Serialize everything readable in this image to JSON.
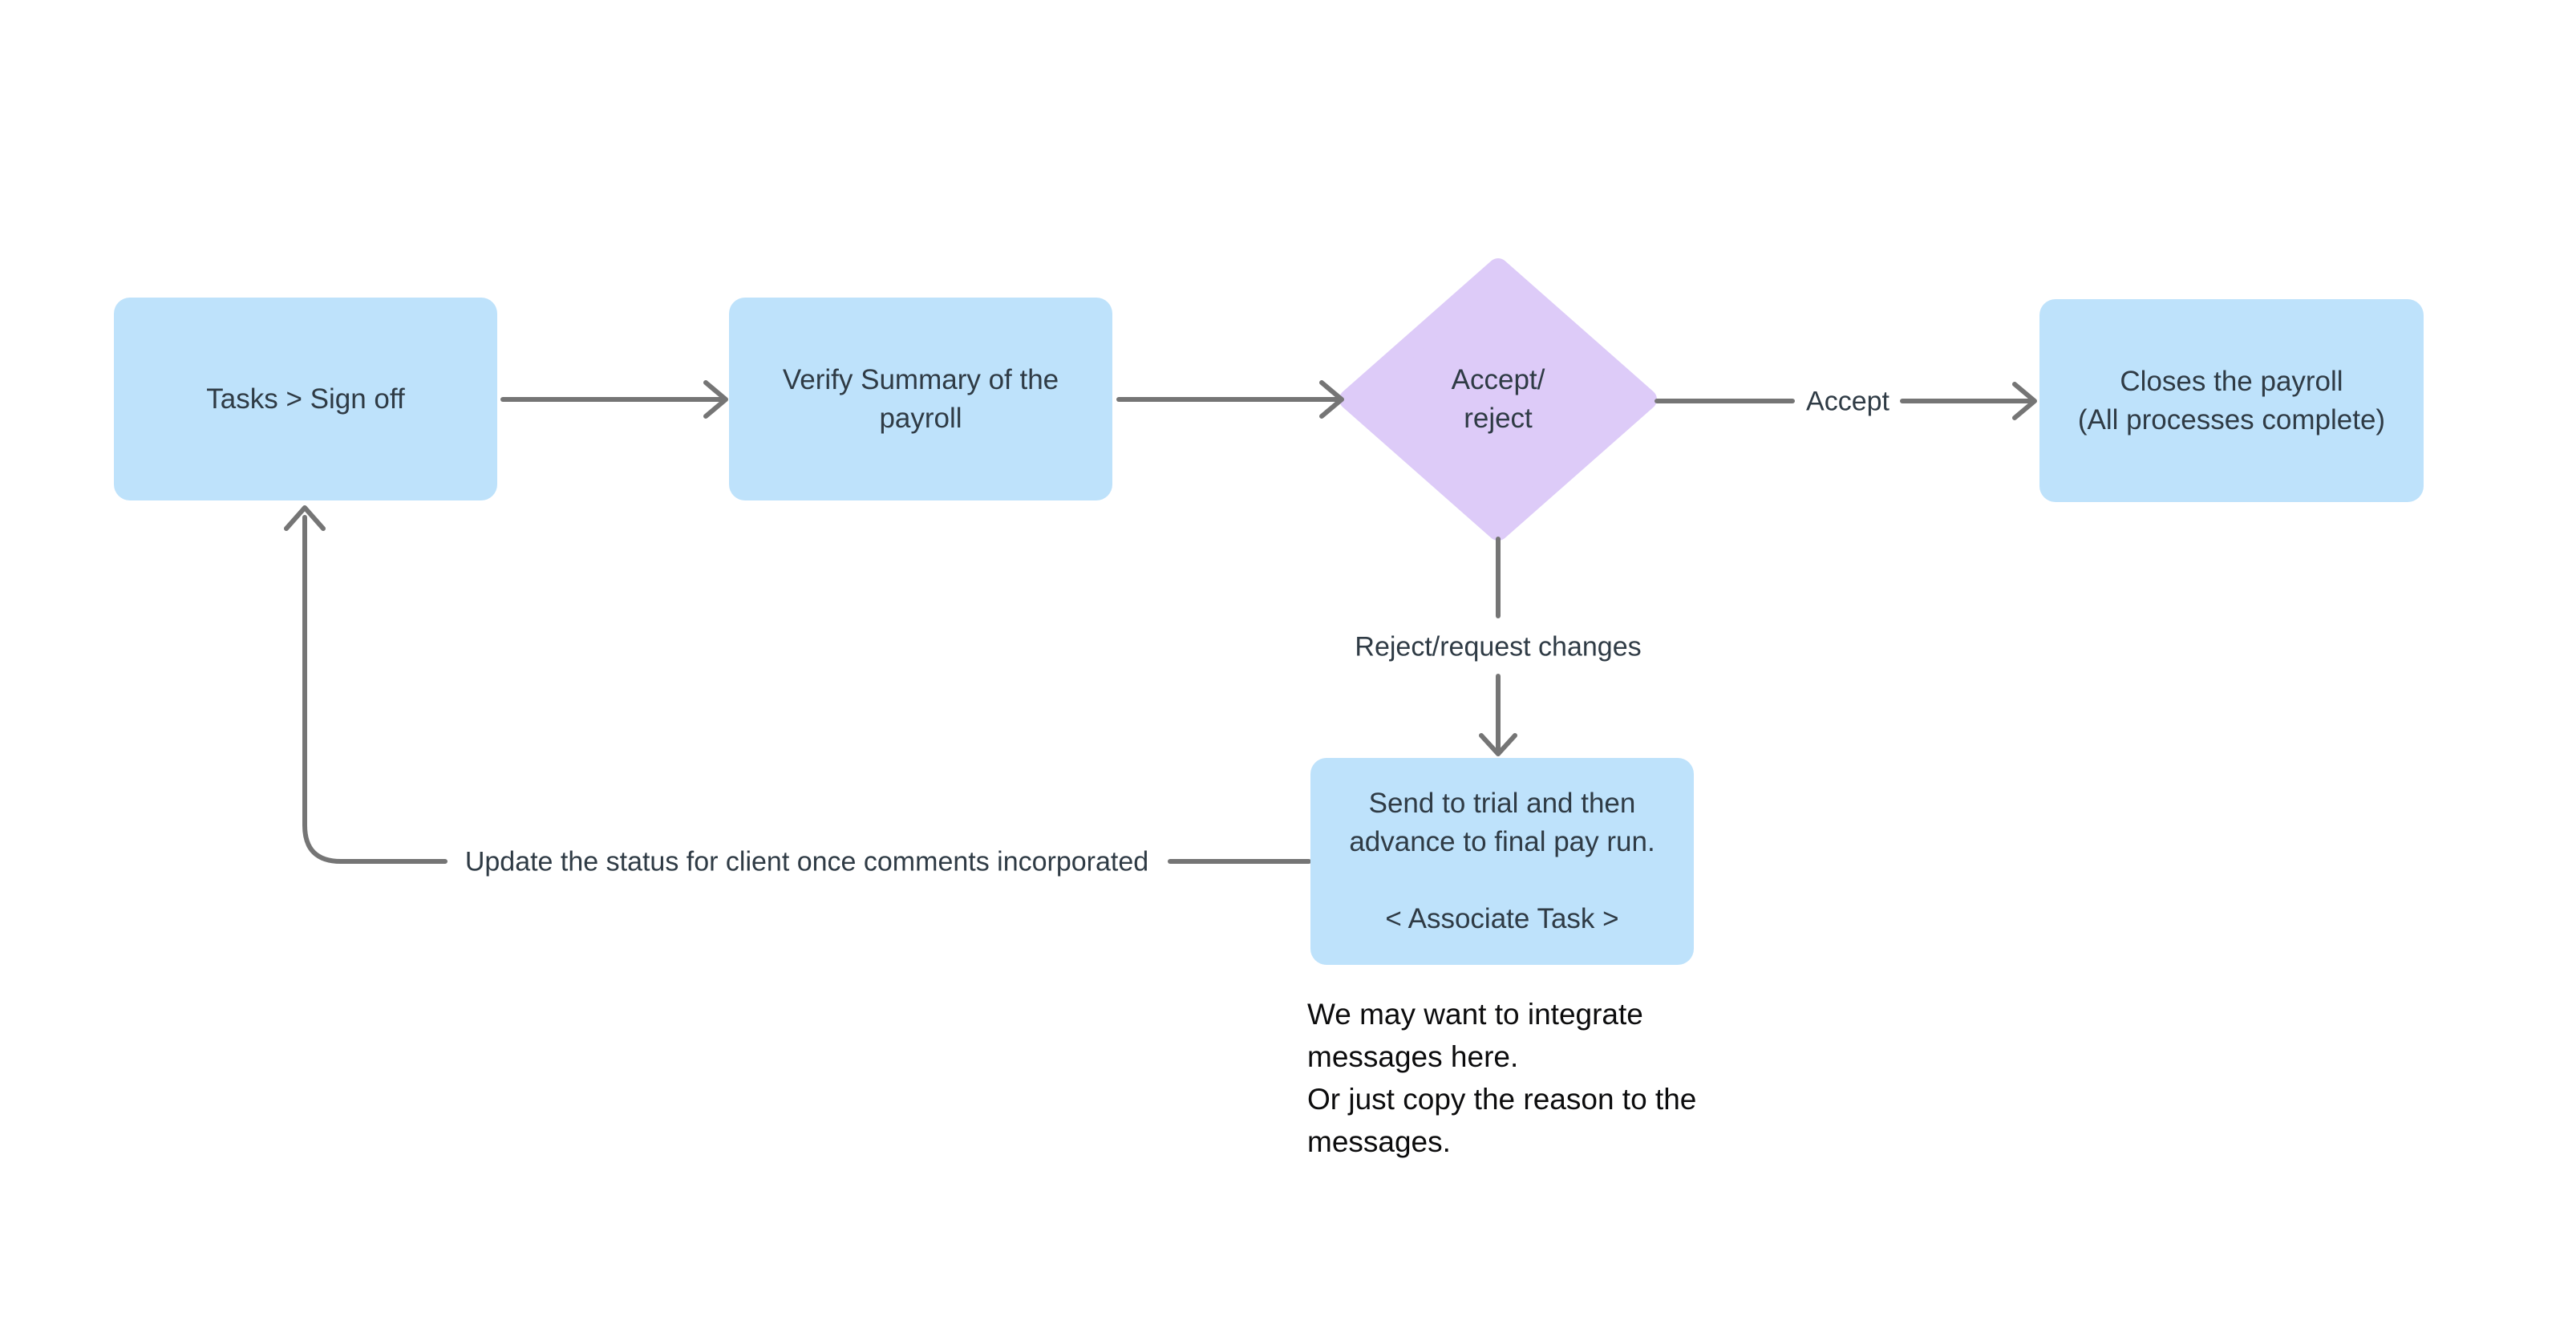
{
  "colors": {
    "node_blue": "#BEE2FB",
    "node_purple": "#DDCBF8",
    "connector_gray": "#757575",
    "node_text": "#2F3B45",
    "note_text": "#0C0C0D",
    "background": "#FFFFFF"
  },
  "nodes": {
    "tasks_sign_off": {
      "shape": "rectangle",
      "color": "#BEE2FB",
      "label": "Tasks > Sign off"
    },
    "verify_summary": {
      "shape": "rectangle",
      "color": "#BEE2FB",
      "label": "Verify Summary of the\npayroll"
    },
    "accept_reject": {
      "shape": "diamond",
      "color": "#DDCBF8",
      "label": "Accept/\nreject"
    },
    "closes_payroll": {
      "shape": "rectangle",
      "color": "#BEE2FB",
      "label": "Closes the payroll\n(All processes complete)"
    },
    "send_to_trial": {
      "shape": "rectangle",
      "color": "#BEE2FB",
      "label": "Send to trial and then\nadvance to final pay run.\n\n< Associate Task >"
    }
  },
  "edges": {
    "verify_to_diamond": {
      "label": ""
    },
    "tasks_to_verify": {
      "label": ""
    },
    "accept": {
      "label": "Accept"
    },
    "reject": {
      "label": "Reject/request changes"
    },
    "update_status": {
      "label": "Update the status for client once comments incorporated"
    }
  },
  "note": {
    "text": "We may want to integrate\nmessages here.\nOr just copy the reason to the\nmessages."
  }
}
